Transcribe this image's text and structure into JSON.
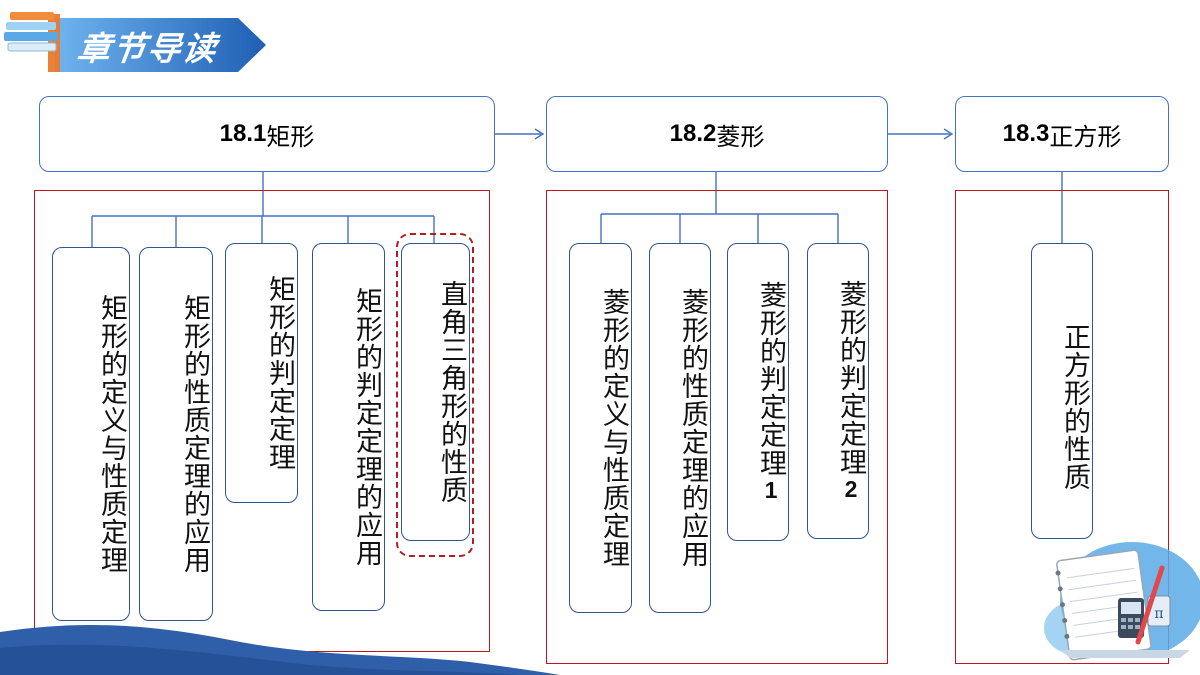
{
  "header": {
    "title": "章节导读"
  },
  "sections": [
    {
      "id": "s1",
      "number": "18.1",
      "name": "矩形",
      "topics": [
        "矩形的定义与性质定理",
        "矩形的性质定理的应用",
        "矩形的判定定理",
        "矩形的判定定理的应用",
        "直角三角形的性质"
      ]
    },
    {
      "id": "s2",
      "number": "18.2",
      "name": "菱形",
      "topics": [
        "菱形的定义与性质定理",
        "菱形的性质定理的应用",
        "菱形的判定定理",
        "菱形的判定定理"
      ],
      "topic_suffixes": [
        "",
        "",
        "1",
        "2"
      ]
    },
    {
      "id": "s3",
      "number": "18.3",
      "name": "正方形",
      "topics": [
        "正方形的性质"
      ]
    }
  ],
  "highlight_topic": "直角三角形的性质",
  "colors": {
    "box_border": "#4472c4",
    "frame": "#c0161f",
    "banner": "#2e75c8",
    "wave": "#2f5fa8"
  },
  "icons": {
    "banner_books": "books-icon",
    "corner_art": "math-notebook-icon"
  }
}
